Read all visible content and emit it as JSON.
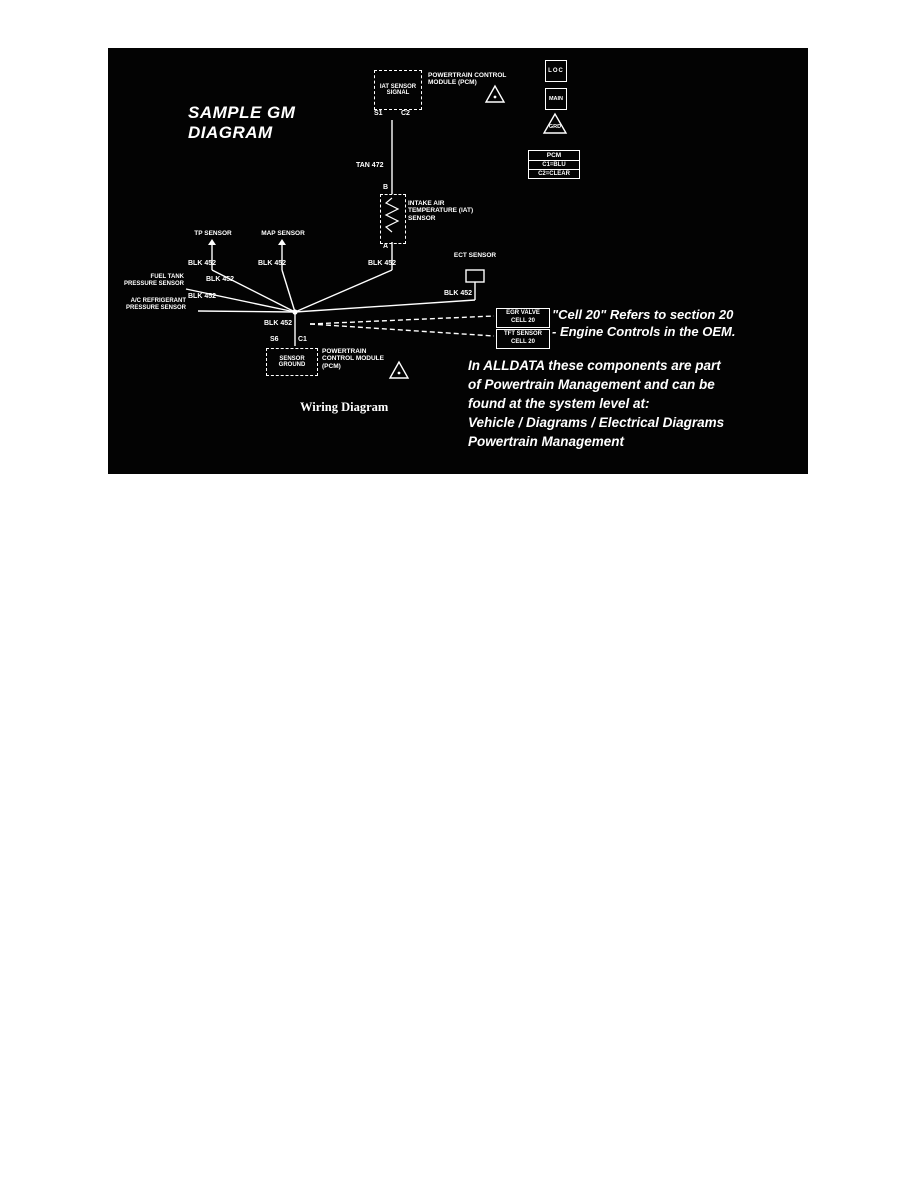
{
  "diagram": {
    "title": {
      "line1": "SAMPLE GM",
      "line2": "DIAGRAM"
    },
    "caption": "Wiring Diagram",
    "top_module": {
      "signal_box": "IAT SENSOR SIGNAL",
      "module": "POWERTRAIN CONTROL MODULE (PCM)",
      "pin_left": "S1",
      "pin_right": "C2"
    },
    "iat_sensor": {
      "pin_top": "B",
      "pin_bottom": "A",
      "label": "INTAKE AIR TEMPERATURE (IAT) SENSOR"
    },
    "ground_module": {
      "pin_left": "S6",
      "pin_right": "C1",
      "box": "SENSOR GROUND",
      "module": "POWERTRAIN CONTROL MODULE (PCM)"
    },
    "sensors": {
      "tp": "TP SENSOR",
      "map": "MAP SENSOR",
      "ect": "ECT SENSOR",
      "fuel": "FUEL TANK PRESSURE SENSOR",
      "ac": "A/C REFRIGERANT PRESSURE SENSOR"
    },
    "wires": {
      "tan": "TAN 472",
      "tp": "BLK 452",
      "map": "BLK 452",
      "iat": "BLK 452",
      "ect": "BLK 452",
      "fuel": "BLK 452",
      "ac": "BLK 452",
      "ground": "BLK 452"
    },
    "legend": {
      "loc": "LOC",
      "main": "MAIN",
      "grd": "GRD",
      "pcm_header": "PCM",
      "pcm_row1": "C1=BLU",
      "pcm_row2": "C2=CLEAR"
    },
    "cells": {
      "egr_line1": "EGR VALVE",
      "egr_line2": "CELL 20",
      "tft_line1": "TFT SENSOR",
      "tft_line2": "CELL 20"
    },
    "notes": {
      "cell_ref_line1": "\"Cell 20\" Refers to section 20",
      "cell_ref_line2": "- Engine Controls in the OEM.",
      "alldata_line1": "In ALLDATA these components are part",
      "alldata_line2": "of Powertrain Management and can be",
      "alldata_line3": "found at the system level at:",
      "alldata_line4": "Vehicle / Diagrams / Electrical Diagrams",
      "alldata_line5": "Powertrain Management"
    }
  }
}
